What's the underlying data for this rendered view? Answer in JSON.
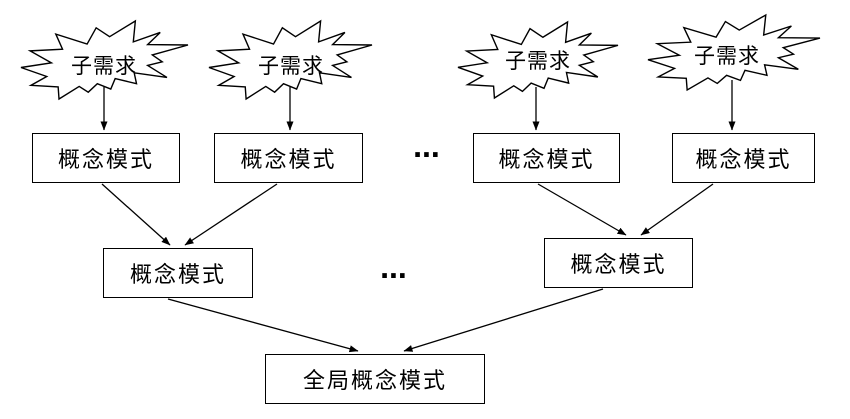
{
  "diagram": {
    "title_hint": "schema integration diagram",
    "labels": {
      "sub_requirement": "子需求",
      "conceptual_schema": "概念模式",
      "global_conceptual_schema": "全局概念模式",
      "ellipsis": "..."
    },
    "colors": {
      "line": "#000000",
      "fill": "#ffffff",
      "text": "#000000"
    },
    "structure": {
      "burst_count": 4,
      "top_box_count": 4,
      "middle_box_count": 2,
      "bottom_box_count": 1
    }
  }
}
